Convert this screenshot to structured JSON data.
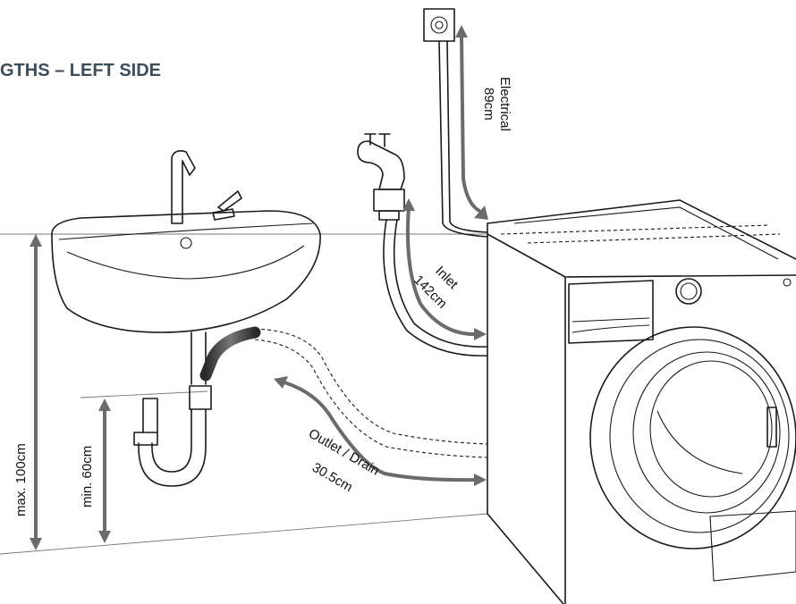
{
  "title": "GTHS – LEFT SIDE",
  "labels": {
    "electrical_name": "Electrical",
    "electrical_len": "89cm",
    "inlet_name": "Inlet",
    "inlet_len": "142cm",
    "outlet_name": "Outlet / Drain",
    "outlet_len": "30.5cm",
    "max_height": "max. 100cm",
    "min_height": "min. 60cm"
  },
  "colors": {
    "title": "#3c4d5a",
    "dimension_arrow": "#6b6b6b",
    "outline": "#1a1a1a"
  }
}
